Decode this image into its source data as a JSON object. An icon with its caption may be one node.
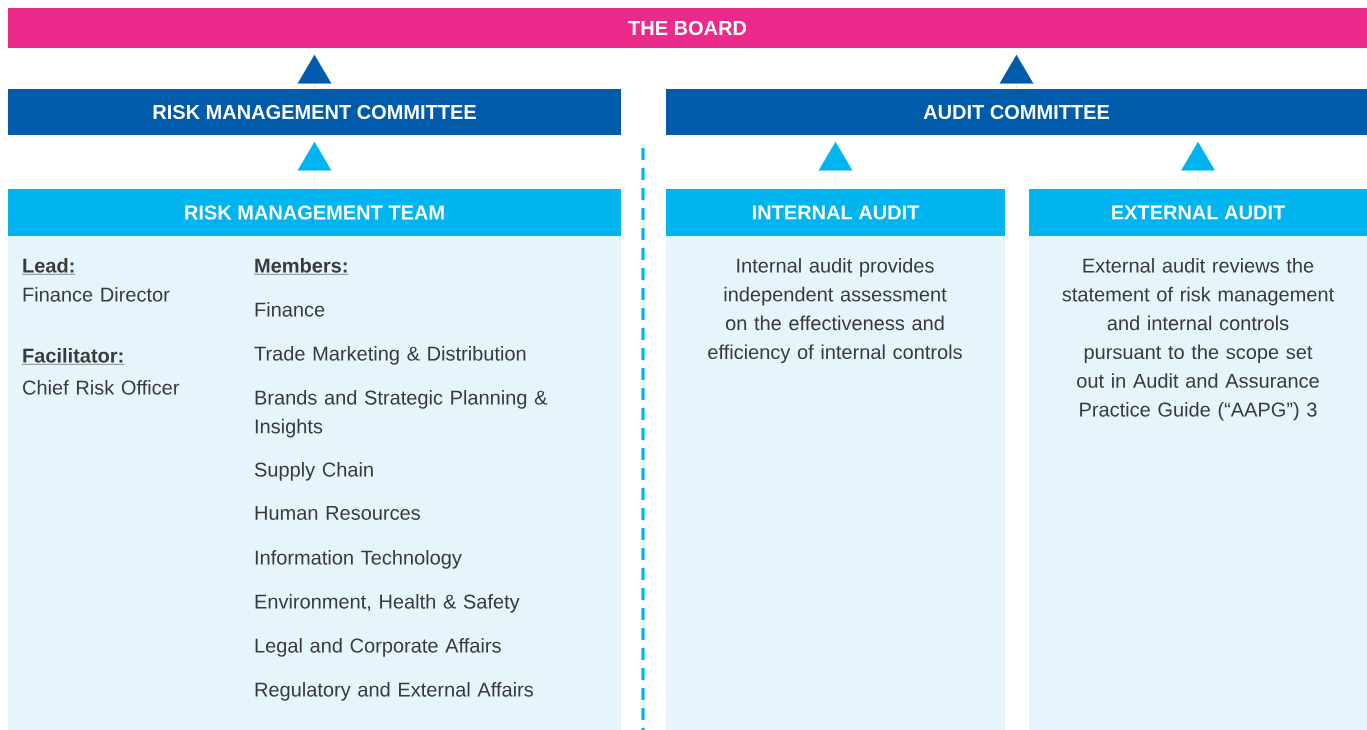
{
  "diagram": {
    "nodes": [
      {
        "text": [
          "THE BOARD"
        ]
      },
      {
        "text": [
          "RISK MANAGEMENT COMMITTEE"
        ]
      },
      {
        "text": [
          "AUDIT COMMITTEE"
        ]
      },
      {
        "text": [
          "RISK MANAGEMENT TEAM",
          "Lead:",
          "Finance Director",
          "Facilitator:",
          "Chief Risk Officer",
          "Members:",
          "Finance",
          "Trade Marketing & Distribution",
          "Brands and Strategic Planning & Insights",
          "Supply Chain",
          "Human Resources",
          "Information Technology",
          "Environment, Health & Safety",
          "Legal and Corporate Affairs",
          "Regulatory and External Affairs"
        ]
      },
      {
        "text": [
          "INTERNAL AUDIT",
          "Internal audit provides independent assessment on the effectiveness and efficiency of internal controls"
        ]
      },
      {
        "text": [
          "EXTERNAL AUDIT",
          "External audit reviews the statement of risk management and internal controls pursuant to the scope set out in Audit and Assurance Practice Guide (“AAPG”) 3"
        ]
      }
    ],
    "edges": [
      {
        "from": 1,
        "to": 0,
        "arrow": "to",
        "color": "#005bab"
      },
      {
        "from": 2,
        "to": 0,
        "arrow": "to",
        "color": "#005bab"
      },
      {
        "from": 3,
        "to": 1,
        "arrow": "to"
      },
      {
        "from": 4,
        "to": 2,
        "arrow": "to"
      },
      {
        "from": 5,
        "to": 2,
        "arrow": "to"
      }
    ]
  }
}
